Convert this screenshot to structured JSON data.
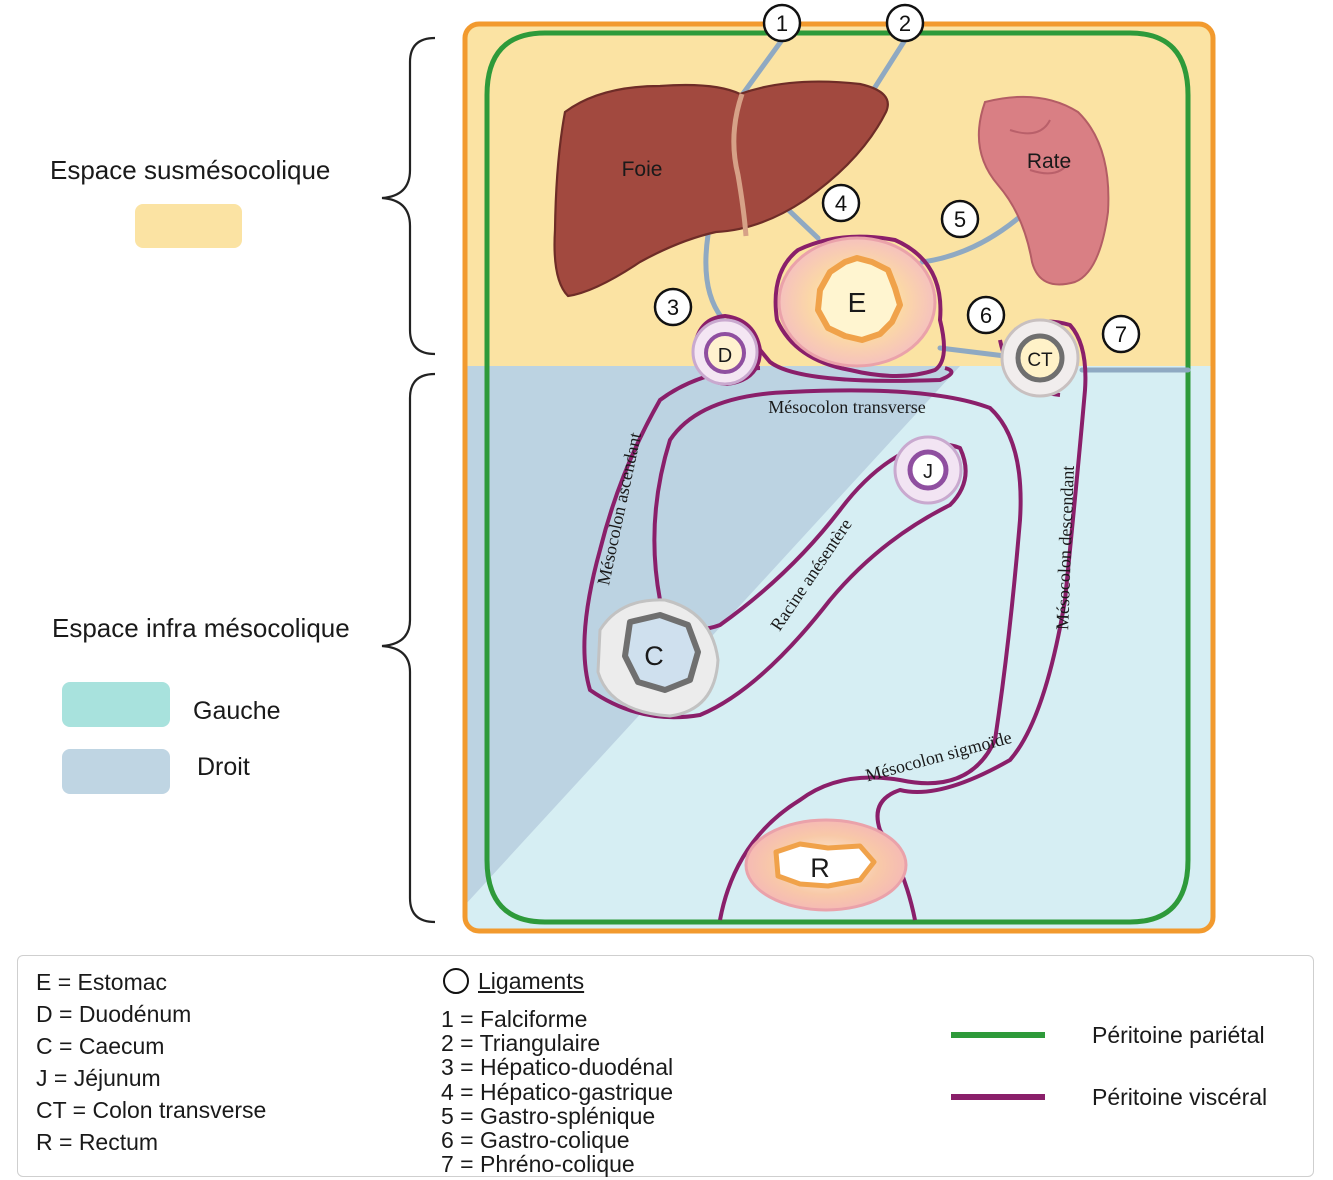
{
  "spaces": {
    "supra": {
      "label": "Espace susmésocolique",
      "color": "#fbe3a3"
    },
    "infra": {
      "label": "Espace infra mésocolique"
    }
  },
  "infra_legend": [
    {
      "label": "Gauche",
      "color": "#a8e2dd"
    },
    {
      "label": "Droit",
      "color": "#bfd5e3"
    }
  ],
  "organs": {
    "foie": "Foie",
    "rate": "Rate",
    "estomac": "E",
    "duodenum": "D",
    "colon_transverse": "CT",
    "jejunum": "J",
    "caecum": "C",
    "rectum": "R"
  },
  "mesos": {
    "transverse": "Mésocolon transverse",
    "ascendant": "Mésocolon ascendant",
    "descendant": "Mésocolon descendant",
    "racine": "Racine anésentère",
    "sigmoide": "Mésocolon sigmoïde"
  },
  "ligament_markers": [
    "1",
    "2",
    "3",
    "4",
    "5",
    "6",
    "7"
  ],
  "legend": {
    "abbreviations": [
      "E = Estomac",
      "D = Duodénum",
      "C = Caecum",
      "J = Jéjunum",
      "CT = Colon transverse",
      "R = Rectum"
    ],
    "ligaments_title": "Ligaments",
    "ligaments": [
      "1 = Falciforme",
      "2 = Triangulaire",
      "3 = Hépatico-duodénal",
      "4 = Hépatico-gastrique",
      "5 = Gastro-splénique",
      "6 = Gastro-colique",
      "7 = Phréno-colique"
    ],
    "lines": [
      {
        "label": "Péritoine pariétal",
        "color": "#2e9a3a"
      },
      {
        "label": "Péritoine viscéral",
        "color": "#8a1f6a"
      }
    ]
  },
  "colors": {
    "frame": "#f29a2e",
    "parietal": "#2e9a3a",
    "visceral": "#8a1f6a",
    "infra_left": "#d6eef3",
    "infra_right": "#bcd3e2",
    "liver": "#a2493f",
    "spleen": "#d97f84"
  }
}
